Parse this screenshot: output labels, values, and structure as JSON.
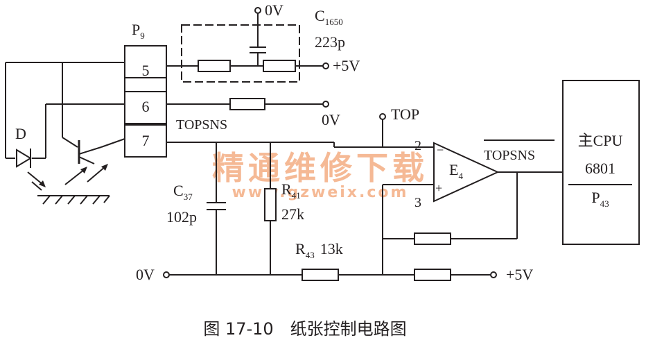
{
  "caption": "图 17-10　纸张控制电路图",
  "watermark": {
    "title": "精通维修下载",
    "url": "www.gzweix.com",
    "color": "#f2a77a"
  },
  "labels": {
    "zero_v_top": "0V",
    "c1650_name": "C",
    "c1650_sub": "1650",
    "c1650_value": "223p",
    "plus5v_top": "+5V",
    "p9_name": "P",
    "p9_sub": "9",
    "pin5": "5",
    "pin6": "6",
    "pin7": "7",
    "zero_v_mid": "0V",
    "topsns_left": "TOPSNS",
    "top": "TOP",
    "diode": "D",
    "c37_name": "C",
    "c37_sub": "37",
    "c37_value": "102p",
    "r41_name": "R",
    "r41_sub": "41",
    "r41_value": "27k",
    "r43_name": "R",
    "r43_sub": "43",
    "r43_value": "13k",
    "zero_v_bottom": "0V",
    "plus5v_bottom": "+5V",
    "opamp_in_2": "2",
    "opamp_in_3": "3",
    "opamp_minus": "−",
    "opamp_plus": "+",
    "e4_name": "E",
    "e4_sub": "4",
    "topsns_right": "TOPSNS",
    "cpu_title": "主CPU",
    "cpu_model": "6801",
    "p43_name": "P",
    "p43_sub": "43"
  }
}
